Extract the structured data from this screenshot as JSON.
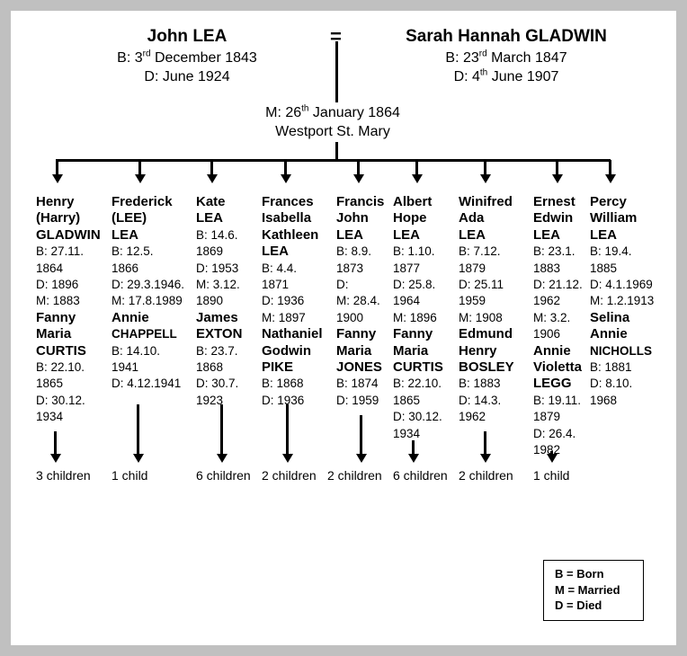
{
  "husband": {
    "name": "John LEA",
    "born_prefix": "B:  3",
    "born_sup": "rd",
    "born_suffix": " December 1843",
    "died": "D:  June 1924"
  },
  "wife": {
    "name": "Sarah Hannah GLADWIN",
    "born_prefix": "B:  23",
    "born_sup": "rd",
    "born_suffix": " March 1847",
    "died_prefix": "D:  4",
    "died_sup": "th",
    "died_suffix": " June 1907"
  },
  "union_symbol": "=",
  "marriage": {
    "prefix": "M:  26",
    "sup": "th",
    "suffix": " January 1864",
    "place": "Westport St. Mary"
  },
  "children": [
    {
      "lines": [
        [
          "Henry",
          "b"
        ],
        [
          "(Harry)",
          "b"
        ],
        [
          "GLADWIN",
          "b"
        ],
        [
          "B: 27.11.",
          ""
        ],
        [
          "1864",
          ""
        ],
        [
          "D: 1896",
          ""
        ],
        [
          "M: 1883",
          ""
        ],
        [
          "Fanny",
          "b"
        ],
        [
          "Maria",
          "b"
        ],
        [
          "CURTIS",
          "b"
        ],
        [
          "B: 22.10.",
          ""
        ],
        [
          "1865",
          ""
        ],
        [
          "D: 30.12.",
          ""
        ],
        [
          "1934",
          ""
        ]
      ],
      "descendants": "3 children"
    },
    {
      "lines": [
        [
          "Frederick",
          "b"
        ],
        [
          "(LEE)",
          "b"
        ],
        [
          "LEA",
          "b"
        ],
        [
          "B: 12.5.",
          ""
        ],
        [
          "1866",
          ""
        ],
        [
          "D: 29.3.1946.",
          ""
        ],
        [
          "M: 17.8.1989",
          ""
        ],
        [
          "Annie",
          "b"
        ],
        [
          "CHAPPELL",
          "bs"
        ],
        [
          "B: 14.10.",
          ""
        ],
        [
          "1941",
          ""
        ],
        [
          "D: 4.12.1941",
          ""
        ]
      ],
      "descendants": "1 child"
    },
    {
      "lines": [
        [
          "Kate",
          "b"
        ],
        [
          "LEA",
          "b"
        ],
        [
          "B: 14.6.",
          ""
        ],
        [
          "1869",
          ""
        ],
        [
          "D: 1953",
          ""
        ],
        [
          "M: 3.12.",
          ""
        ],
        [
          "1890",
          ""
        ],
        [
          "James",
          "b"
        ],
        [
          "EXTON",
          "b"
        ],
        [
          "B: 23.7.",
          ""
        ],
        [
          "1868",
          ""
        ],
        [
          "D: 30.7.",
          ""
        ],
        [
          "1923",
          ""
        ]
      ],
      "descendants": "6 children"
    },
    {
      "lines": [
        [
          "Frances",
          "b"
        ],
        [
          "Isabella",
          "b"
        ],
        [
          "Kathleen",
          "b"
        ],
        [
          "LEA",
          "b"
        ],
        [
          "B: 4.4.",
          ""
        ],
        [
          "1871",
          ""
        ],
        [
          "D: 1936",
          ""
        ],
        [
          "M: 1897",
          ""
        ],
        [
          "Nathaniel",
          "b"
        ],
        [
          "Godwin",
          "b"
        ],
        [
          "PIKE",
          "b"
        ],
        [
          "B: 1868",
          ""
        ],
        [
          "D: 1936",
          ""
        ]
      ],
      "descendants": "2 children"
    },
    {
      "lines": [
        [
          "Francis",
          "b"
        ],
        [
          "John",
          "b"
        ],
        [
          "LEA",
          "b"
        ],
        [
          "B: 8.9.",
          ""
        ],
        [
          "1873",
          ""
        ],
        [
          "D:",
          ""
        ],
        [
          "M: 28.4.",
          ""
        ],
        [
          "1900",
          ""
        ],
        [
          "Fanny",
          "b"
        ],
        [
          "Maria",
          "b"
        ],
        [
          "JONES",
          "b"
        ],
        [
          "B: 1874",
          ""
        ],
        [
          "D: 1959",
          ""
        ]
      ],
      "descendants": "2 children"
    },
    {
      "lines": [
        [
          "Albert",
          "b"
        ],
        [
          "Hope",
          "b"
        ],
        [
          "LEA",
          "b"
        ],
        [
          "B: 1.10.",
          ""
        ],
        [
          "1877",
          ""
        ],
        [
          "D: 25.8.",
          ""
        ],
        [
          "1964",
          ""
        ],
        [
          "M: 1896",
          ""
        ],
        [
          "Fanny",
          "b"
        ],
        [
          "Maria",
          "b"
        ],
        [
          "CURTIS",
          "b"
        ],
        [
          "B: 22.10.",
          ""
        ],
        [
          "1865",
          ""
        ],
        [
          "D: 30.12.",
          ""
        ],
        [
          "1934",
          ""
        ]
      ],
      "descendants": "6 children"
    },
    {
      "lines": [
        [
          "Winifred",
          "b"
        ],
        [
          "Ada",
          "b"
        ],
        [
          "LEA",
          "b"
        ],
        [
          "B: 7.12.",
          ""
        ],
        [
          "1879",
          ""
        ],
        [
          "D: 25.11",
          ""
        ],
        [
          "1959",
          ""
        ],
        [
          "M: 1908",
          ""
        ],
        [
          "Edmund",
          "b"
        ],
        [
          "Henry",
          "b"
        ],
        [
          "BOSLEY",
          "b"
        ],
        [
          "B: 1883",
          ""
        ],
        [
          "D: 14.3.",
          ""
        ],
        [
          "1962",
          ""
        ]
      ],
      "descendants": "2 children"
    },
    {
      "lines": [
        [
          "Ernest",
          "b"
        ],
        [
          "Edwin",
          "b"
        ],
        [
          "LEA",
          "b"
        ],
        [
          "B: 23.1.",
          ""
        ],
        [
          "1883",
          ""
        ],
        [
          "D: 21.12.",
          ""
        ],
        [
          "1962",
          ""
        ],
        [
          "M: 3.2.",
          ""
        ],
        [
          "1906",
          ""
        ],
        [
          "Annie",
          "b"
        ],
        [
          "Violetta",
          "b"
        ],
        [
          "LEGG",
          "b"
        ],
        [
          "B: 19.11.",
          ""
        ],
        [
          "1879",
          ""
        ],
        [
          "D: 26.4.",
          ""
        ],
        [
          "1982",
          ""
        ]
      ],
      "descendants": "1 child"
    },
    {
      "lines": [
        [
          "Percy",
          "b"
        ],
        [
          "William",
          "b"
        ],
        [
          "LEA",
          "b"
        ],
        [
          "B: 19.4.",
          ""
        ],
        [
          "1885",
          ""
        ],
        [
          "D: 4.1.1969",
          ""
        ],
        [
          "M: 1.2.1913",
          ""
        ],
        [
          "Selina",
          "b"
        ],
        [
          "Annie",
          "b"
        ],
        [
          "NICHOLLS",
          "bs"
        ],
        [
          "B: 1881",
          ""
        ],
        [
          "D: 8.10.",
          ""
        ],
        [
          "1968",
          ""
        ]
      ],
      "descendants": ""
    }
  ],
  "legend": {
    "born": "B = Born",
    "married": "M = Married",
    "died": "D = Died"
  }
}
